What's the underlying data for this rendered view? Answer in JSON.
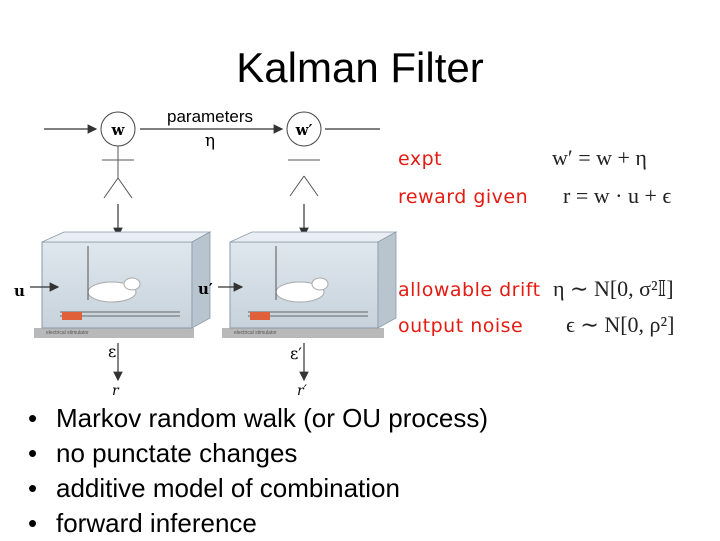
{
  "title": "Kalman Filter",
  "diagram": {
    "parameters_label": "parameters",
    "eta_symbol": "η",
    "node_w": "w",
    "node_w_prime": "w′",
    "input_u": "u",
    "input_u_prime": "u′",
    "noise_eps": "ε",
    "noise_eps_prime": "ε′",
    "output_r": "r",
    "output_r_prime": "r′",
    "box_label": "electrical stimulator"
  },
  "equations": [
    {
      "label": "expt",
      "formula": "w′ = w + η"
    },
    {
      "label": "reward given",
      "formula": "r = w · u + ϵ"
    },
    {
      "label": "allowable drift",
      "formula": "η ∼ N[0, σ²𝕀]"
    },
    {
      "label": "output noise",
      "formula": "ϵ ∼ N[0, ρ²]"
    }
  ],
  "bullets": [
    "Markov random walk (or OU process)",
    "no punctate changes",
    "additive model of combination",
    "forward inference"
  ],
  "colors": {
    "label_red": "#e31b12",
    "text": "#000000"
  }
}
